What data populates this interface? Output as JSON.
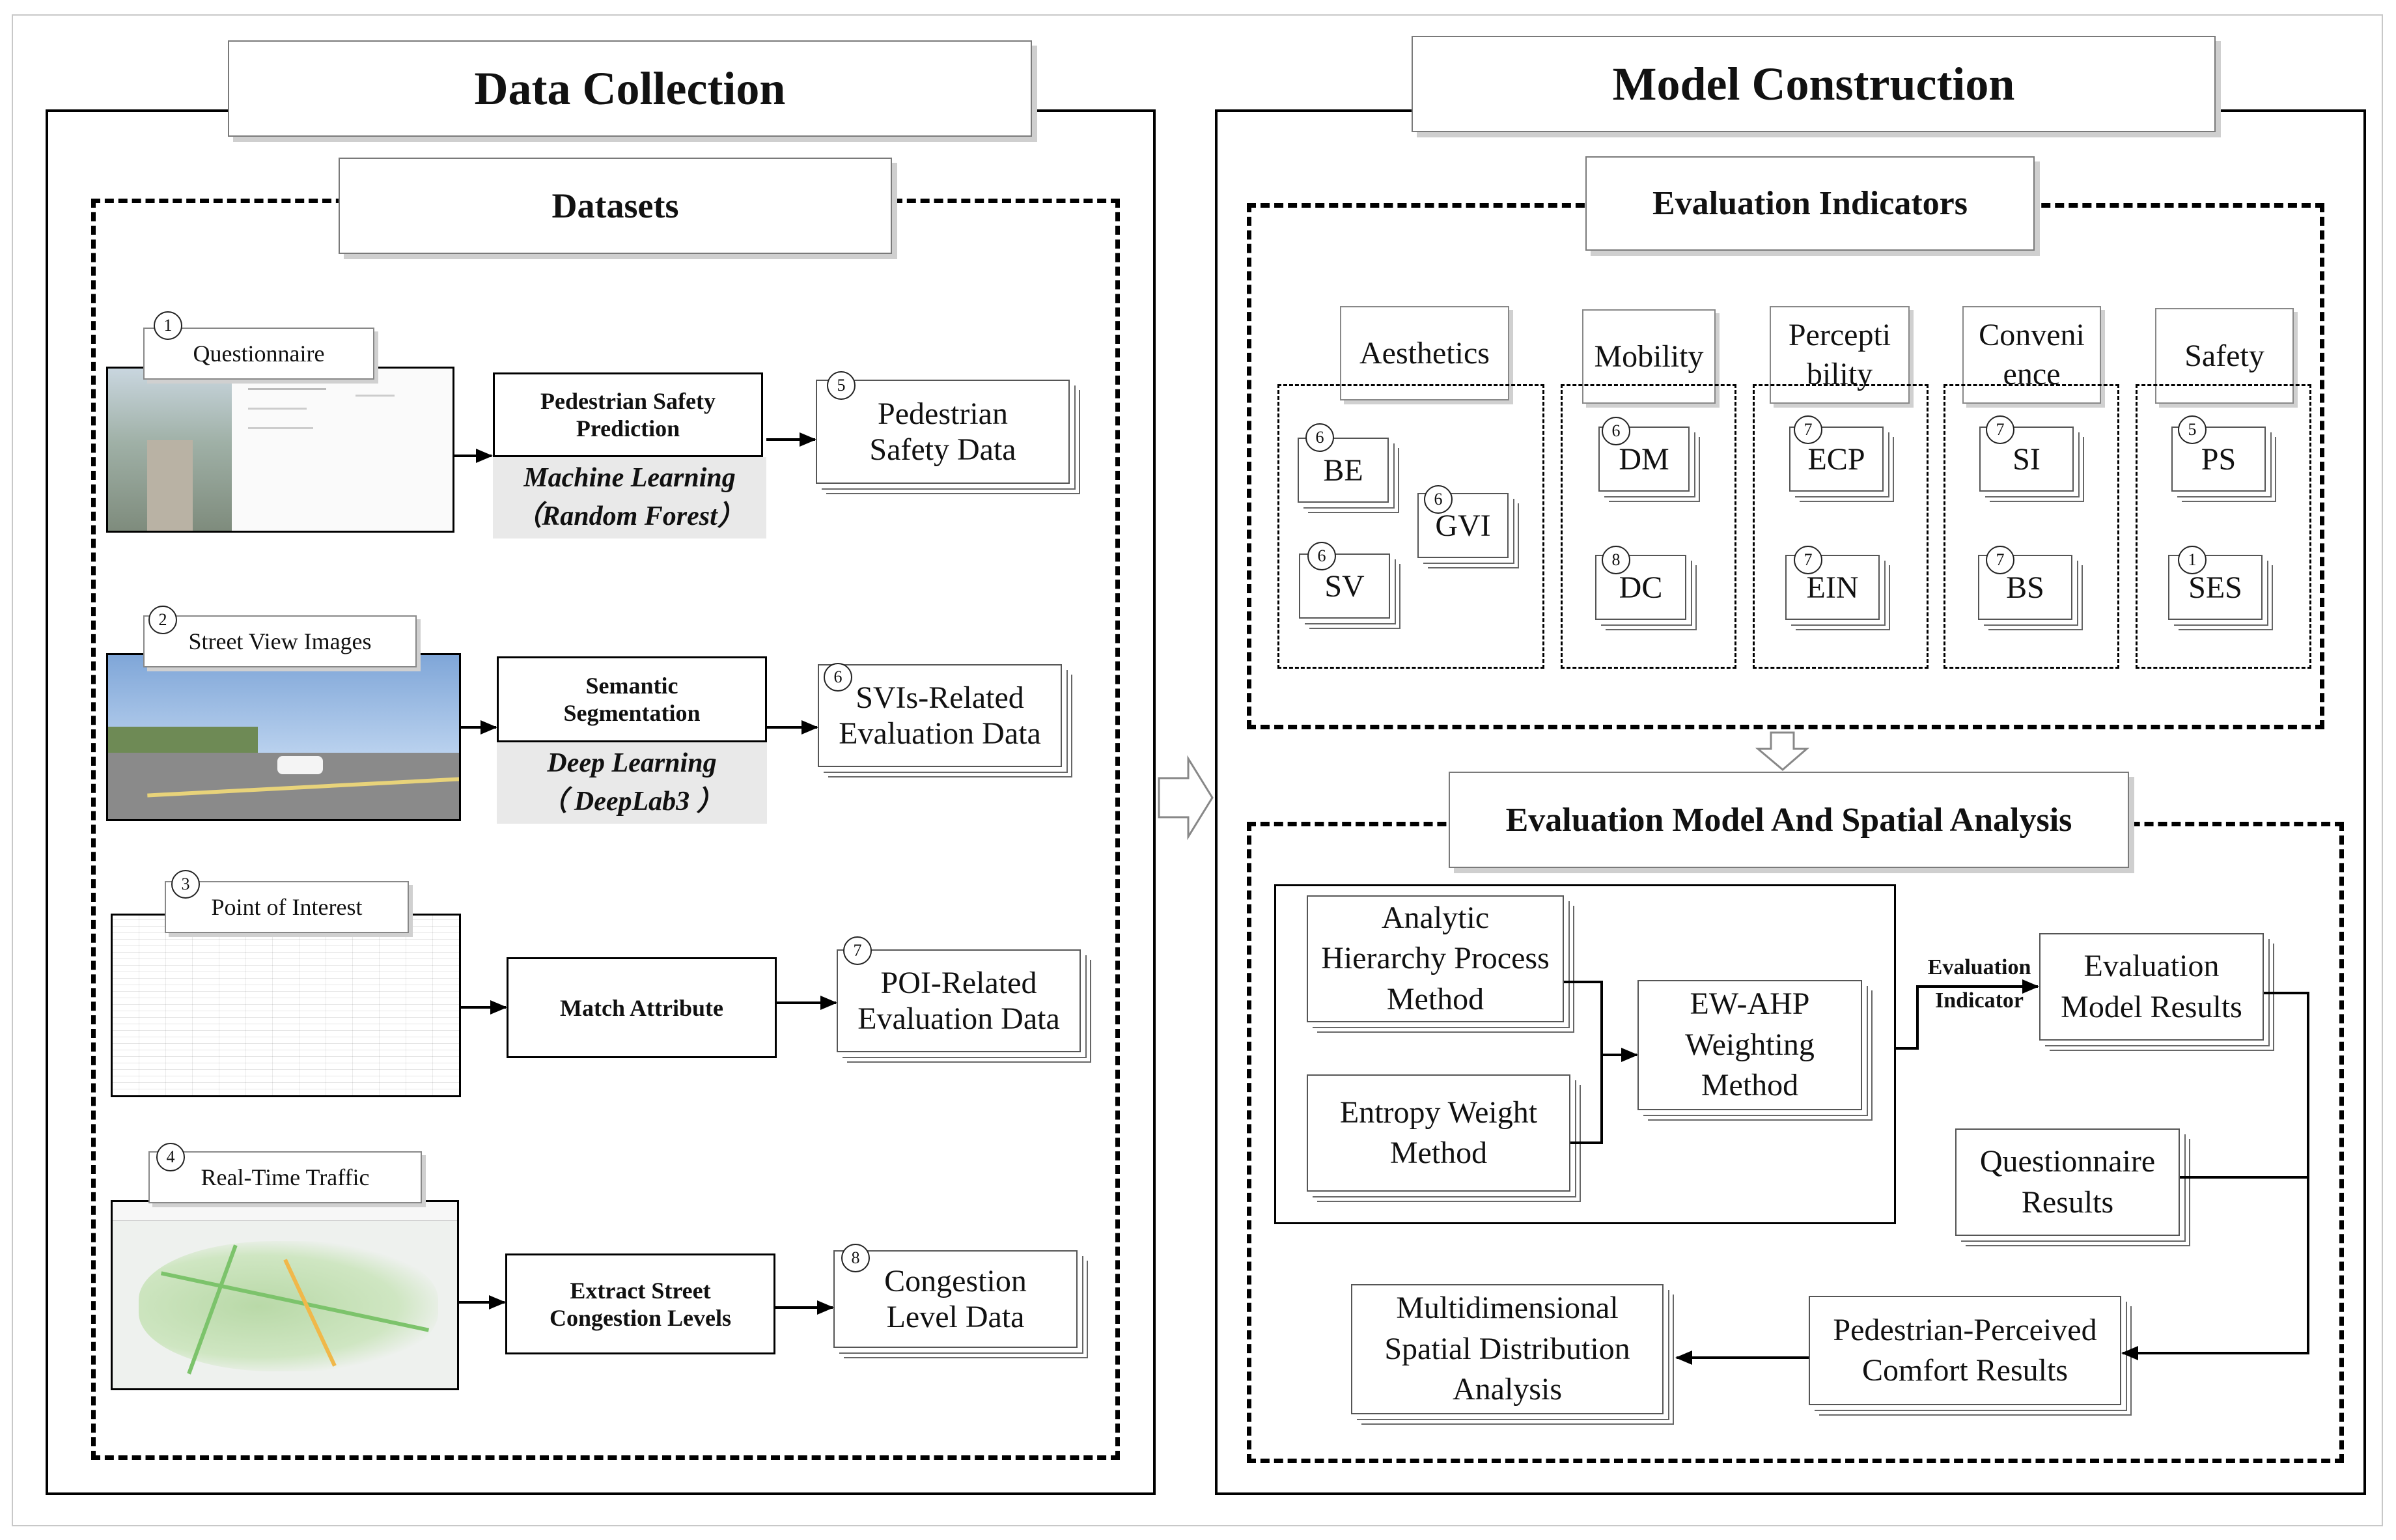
{
  "left_panel": {
    "title": "Data Collection",
    "datasets_title": "Datasets",
    "rows": [
      {
        "num": "1",
        "source": "Questionnaire",
        "process_title": "Pedestrian Safety Prediction",
        "method_line1": "Machine Learning",
        "method_line2": "（Random Forest）",
        "output_num": "5",
        "output": "Pedestrian Safety Data"
      },
      {
        "num": "2",
        "source": "Street View Images",
        "process_title": "Semantic Segmentation",
        "method_line1": "Deep Learning",
        "method_line2": "（ DeepLab3 ）",
        "output_num": "6",
        "output": "SVIs-Related Evaluation Data"
      },
      {
        "num": "3",
        "source": "Point of Interest",
        "process_title": "Match Attribute",
        "output_num": "7",
        "output": "POI-Related Evaluation Data"
      },
      {
        "num": "4",
        "source": "Real-Time Traffic",
        "process_title": "Extract Street Congestion Levels",
        "output_num": "8",
        "output": "Congestion Level Data"
      }
    ]
  },
  "right_panel": {
    "title": "Model Construction",
    "indicators_title": "Evaluation Indicators",
    "categories": [
      {
        "label_line1": "Aesthetics",
        "label_line2": "",
        "items": [
          {
            "num": "6",
            "code": "BE"
          },
          {
            "num": "6",
            "code": "GVI"
          },
          {
            "num": "6",
            "code": "SV"
          }
        ]
      },
      {
        "label_line1": "Mobility",
        "label_line2": "",
        "items": [
          {
            "num": "6",
            "code": "DM"
          },
          {
            "num": "8",
            "code": "DC"
          }
        ]
      },
      {
        "label_line1": "Percepti",
        "label_line2": "bility",
        "items": [
          {
            "num": "7",
            "code": "ECP"
          },
          {
            "num": "7",
            "code": "EIN"
          }
        ]
      },
      {
        "label_line1": "Conveni",
        "label_line2": "ence",
        "items": [
          {
            "num": "7",
            "code": "SI"
          },
          {
            "num": "7",
            "code": "BS"
          }
        ]
      },
      {
        "label_line1": "Safety",
        "label_line2": "",
        "items": [
          {
            "num": "5",
            "code": "PS"
          },
          {
            "num": "1",
            "code": "SES"
          }
        ]
      }
    ],
    "model_title": "Evaluation Model And Spatial Analysis",
    "ahp": "Analytic Hierarchy Process Method",
    "entropy": "Entropy Weight Method",
    "ewahp": "EW-AHP Weighting Method",
    "eval_indicator_line1": "Evaluation",
    "eval_indicator_line2": "Indicator",
    "eval_results": "Evaluation Model Results",
    "questionnaire_results": "Questionnaire Results",
    "comfort_results": "Pedestrian-Perceived Comfort Results",
    "spatial": "Multidimensional Spatial Distribution Analysis"
  }
}
